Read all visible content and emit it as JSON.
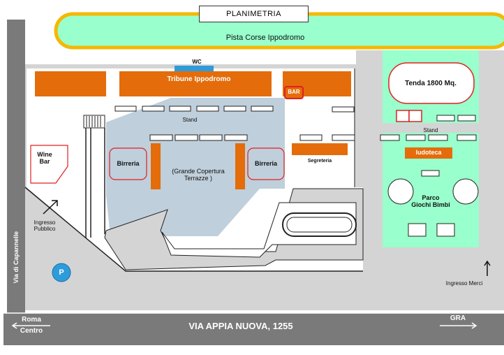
{
  "title": "PLANIMETRIA",
  "track": "Pista Corse Ippodromo",
  "wc": "WC",
  "tribune": "Tribune Ippodromo",
  "bar": "BAR",
  "stand_left": "Stand",
  "stand_right": "Stand",
  "tenda": "Tenda 1800 Mq.",
  "wine_bar": [
    "Wine",
    "Bar"
  ],
  "birreria_left": "Birreria",
  "birreria_right": "Birreria",
  "grande_copertura": [
    "(Grande Copertura",
    "Terrazze )"
  ],
  "segreteria": "Segreteria",
  "ludoteca": "ludoteca",
  "parco": [
    "Parco",
    "Giochi Bimbi"
  ],
  "ingresso_pubblico": [
    "Ingresso",
    "Pubblico"
  ],
  "parking": "P",
  "via_capannelle": "Via di Capannelle",
  "ingresso_merci": "Ingresso Merci",
  "roma": [
    "Roma",
    "Centro"
  ],
  "via_appia": "VIA  APPIA NUOVA,  1255",
  "gra": "GRA",
  "colors": {
    "track_fill": "#99ffcc",
    "track_border": "#f5b800",
    "road": "#7a7a7a",
    "building": "#e46c0a",
    "cover": "#bfcfdb",
    "green": "#99ffcc",
    "red": "#e02020",
    "blue": "#2e9cdb",
    "ground": "#d4d4d4"
  }
}
